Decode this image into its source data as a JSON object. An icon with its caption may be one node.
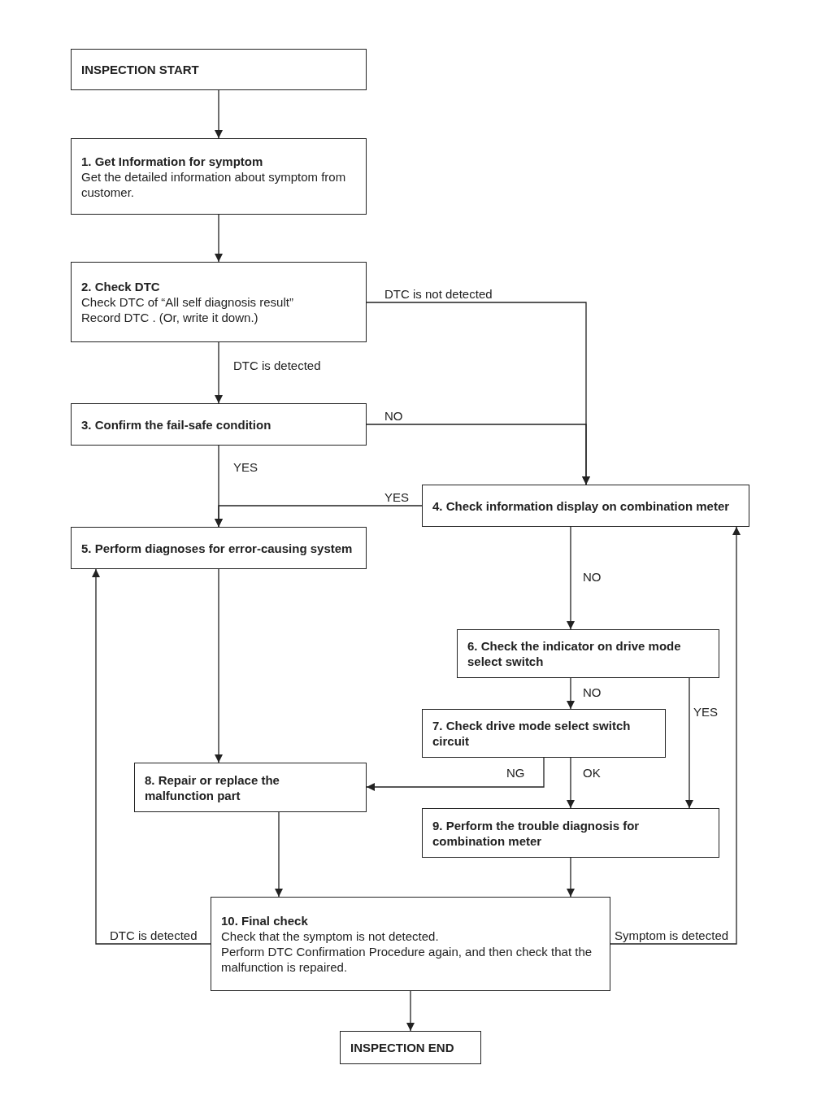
{
  "diagram": {
    "nodes": [
      {
        "text": [
          "INSPECTION START"
        ]
      },
      {
        "text": [
          "1. Get Information for symptom",
          "Get the detailed information about symptom from customer."
        ]
      },
      {
        "text": [
          "2. Check DTC",
          "Check DTC of “All self diagnosis result”",
          "Record DTC . (Or, write it down.)"
        ]
      },
      {
        "text": [
          "3. Confirm the fail-safe condition"
        ]
      },
      {
        "text": [
          "4. Check information display on combination meter"
        ]
      },
      {
        "text": [
          "5. Perform diagnoses for error-causing system"
        ]
      },
      {
        "text": [
          "6. Check the indicator on drive mode select switch"
        ]
      },
      {
        "text": [
          "7. Check drive mode select switch circuit"
        ]
      },
      {
        "text": [
          "8. Repair or replace the malfunction part"
        ]
      },
      {
        "text": [
          "9. Perform the trouble diagnosis for combination meter"
        ]
      },
      {
        "text": [
          "10. Final check",
          "Check that the symptom is not detected.",
          "Perform DTC Confirmation Procedure again, and then check that the malfunction is repaired."
        ]
      },
      {
        "text": [
          "INSPECTION END"
        ]
      }
    ],
    "edges": [
      {
        "from": 0,
        "to": 1,
        "arrow": "to"
      },
      {
        "from": 1,
        "to": 2,
        "arrow": "to"
      },
      {
        "from": 2,
        "to": 3,
        "arrow": "to",
        "label": "DTC is detected"
      },
      {
        "from": 2,
        "to": 4,
        "arrow": "to",
        "label": "DTC is not detected"
      },
      {
        "from": 3,
        "to": 4,
        "arrow": "to",
        "label": "NO"
      },
      {
        "from": 3,
        "to": 5,
        "arrow": "to",
        "label": "YES"
      },
      {
        "from": 4,
        "to": 5,
        "arrow": "to",
        "label": "YES"
      },
      {
        "from": 4,
        "to": 6,
        "arrow": "to",
        "label": "NO"
      },
      {
        "from": 6,
        "to": 7,
        "arrow": "to",
        "label": "NO"
      },
      {
        "from": 6,
        "to": 9,
        "arrow": "to",
        "label": "YES"
      },
      {
        "from": 7,
        "to": 8,
        "arrow": "to",
        "label": "NG"
      },
      {
        "from": 7,
        "to": 9,
        "arrow": "to",
        "label": "OK"
      },
      {
        "from": 5,
        "to": 8,
        "arrow": "to"
      },
      {
        "from": 8,
        "to": 10,
        "arrow": "to"
      },
      {
        "from": 9,
        "to": 10,
        "arrow": "to"
      },
      {
        "from": 10,
        "to": 5,
        "arrow": "to",
        "label": "DTC is detected"
      },
      {
        "from": 10,
        "to": 4,
        "arrow": "to",
        "label": "Symptom is detected"
      },
      {
        "from": 10,
        "to": 11,
        "arrow": "to"
      }
    ]
  }
}
